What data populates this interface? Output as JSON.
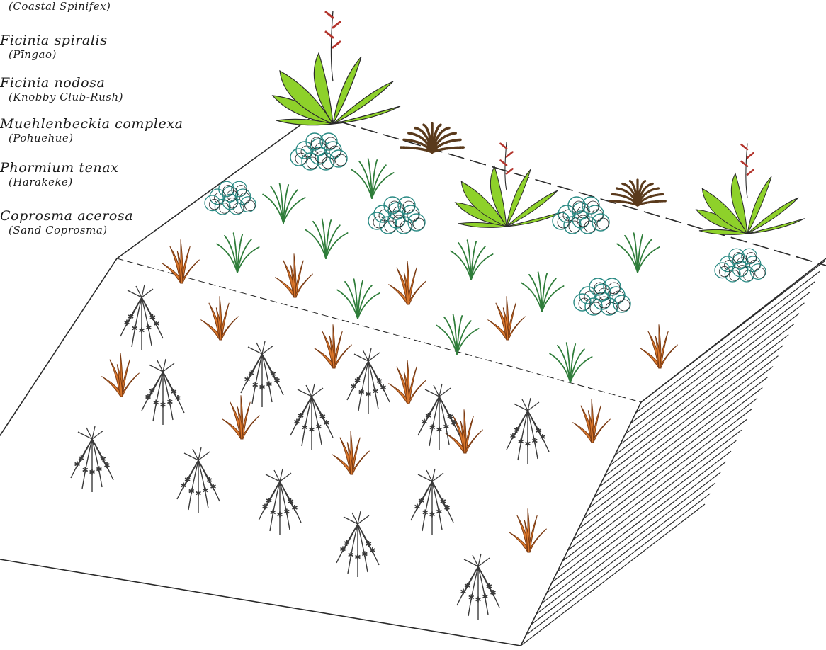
{
  "legend": [
    {
      "scientific": "",
      "common": "(Coastal Spinifex)"
    },
    {
      "scientific": "Ficinia spiralis",
      "common": "(Pīngao)"
    },
    {
      "scientific": "Ficinia nodosa",
      "common": "(Knobby Club-Rush)"
    },
    {
      "scientific": "Muehlenbeckia complexa",
      "common": "(Pohuehue)"
    },
    {
      "scientific": "Phormium tenax",
      "common": "(Harakeke)"
    },
    {
      "scientific": "Coprosma acerosa",
      "common": "(Sand Coprosma)"
    }
  ],
  "colors": {
    "outline": "#2a2a2a",
    "harakeke_leaf": "#8ed12a",
    "harakeke_flower": "#b3342c",
    "pingao_leaf": "#d9762b",
    "club_rush_leaf": "#2f7d3a",
    "pohuehue": "#2a8a84",
    "coprosma": "#5a3a1c",
    "spinifex": "#3a3a3a"
  }
}
